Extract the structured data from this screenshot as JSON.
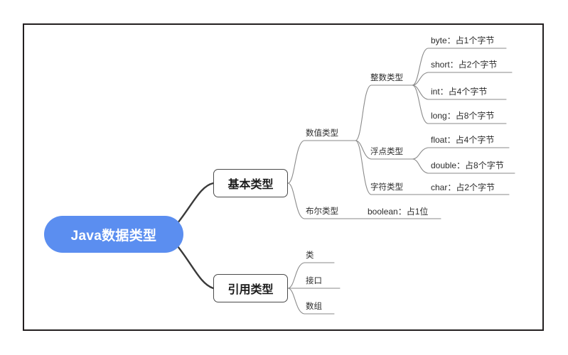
{
  "diagram": {
    "type": "mindmap",
    "title": "Java数据类型",
    "orientation": "left-to-right",
    "accent_color": "#5b8ef0",
    "frame_color": "#231f20",
    "connector_color": "#8a8a8a",
    "root_connector_color": "#3a3a3a"
  },
  "root": {
    "label": "Java数据类型"
  },
  "branches": {
    "primitive": {
      "label": "基本类型"
    },
    "reference": {
      "label": "引用类型"
    }
  },
  "groups": {
    "numeric": {
      "label": "数值类型"
    },
    "boolean": {
      "label": "布尔类型"
    },
    "integer": {
      "label": "整数类型"
    },
    "floating": {
      "label": "浮点类型"
    },
    "character": {
      "label": "字符类型"
    }
  },
  "leaves": {
    "byte": "byte：占1个字节",
    "short": "short：占2个字节",
    "int": "int：占4个字节",
    "long": "long：占8个字节",
    "float": "float：占4个字节",
    "double": "double：占8个字节",
    "char": "char：占2个字节",
    "boolean": "boolean：占1位"
  },
  "reference_children": {
    "class": "类",
    "interface": "接口",
    "array": "数组"
  }
}
